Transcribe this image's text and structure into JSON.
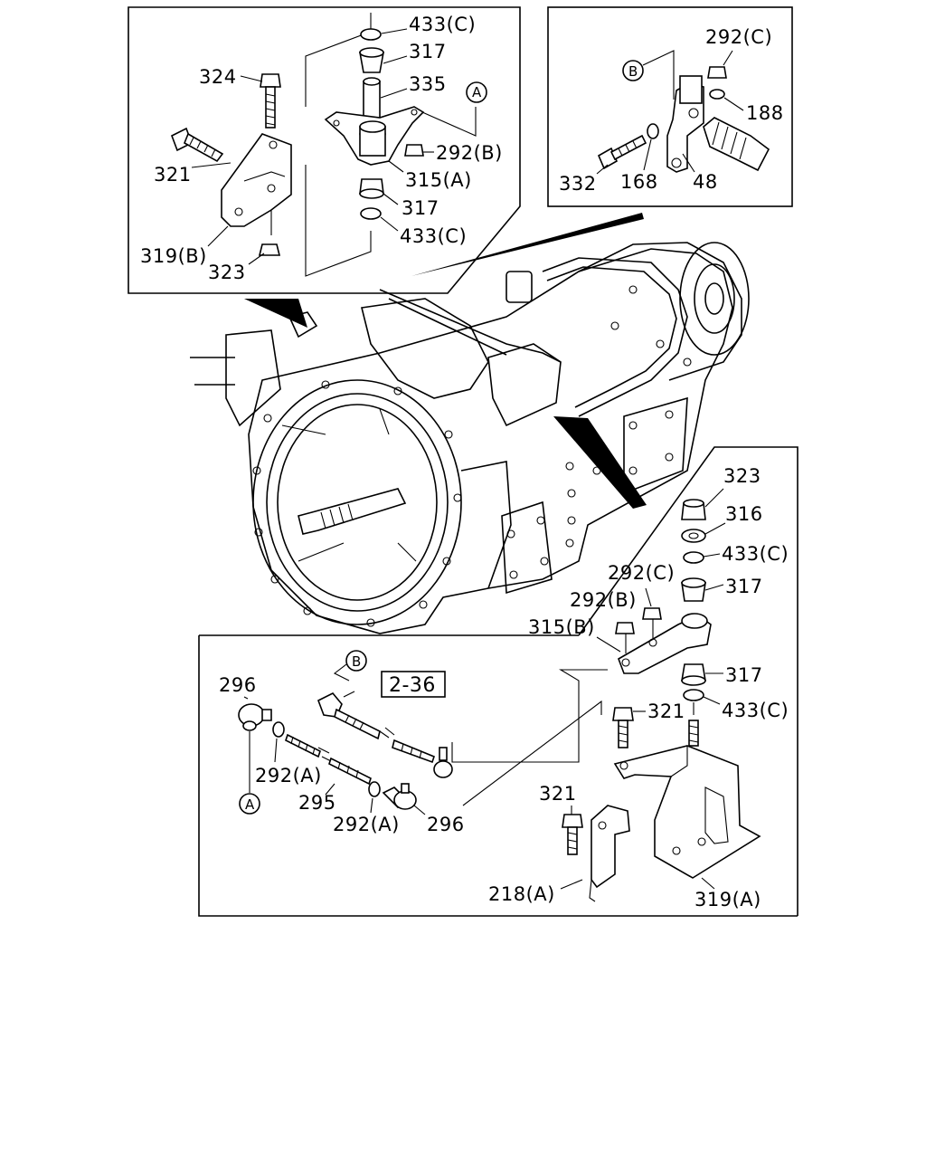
{
  "top_left_panel": {
    "labels": {
      "p433c_top": "433(C)",
      "p317_top": "317",
      "p335": "335",
      "p324": "324",
      "pA": "A",
      "p292b": "292(B)",
      "p321": "321",
      "p315a": "315(A)",
      "p317_bottom": "317",
      "p319b": "319(B)",
      "p433c_bottom": "433(C)",
      "p323": "323"
    }
  },
  "top_right_panel": {
    "labels": {
      "pB": "B",
      "p292c": "292(C)",
      "p188": "188",
      "p332": "332",
      "p168": "168",
      "p48": "48"
    }
  },
  "right_panel": {
    "labels": {
      "p323": "323",
      "p316": "316",
      "p433c_top": "433(C)",
      "p317_top": "317",
      "p292c": "292(C)",
      "p292b": "292(B)",
      "p315b": "315(B)",
      "p317_bottom": "317",
      "p433c_bottom": "433(C)",
      "p321": "321"
    }
  },
  "bottom_panel": {
    "labels": {
      "pB": "B",
      "ref": "2-36",
      "p296_left": "296",
      "p292a_left": "292(A)",
      "pA": "A",
      "p295": "295",
      "p292a_right": "292(A)",
      "p296_right": "296",
      "p321": "321",
      "p218a": "218(A)",
      "p319a": "319(A)"
    }
  }
}
